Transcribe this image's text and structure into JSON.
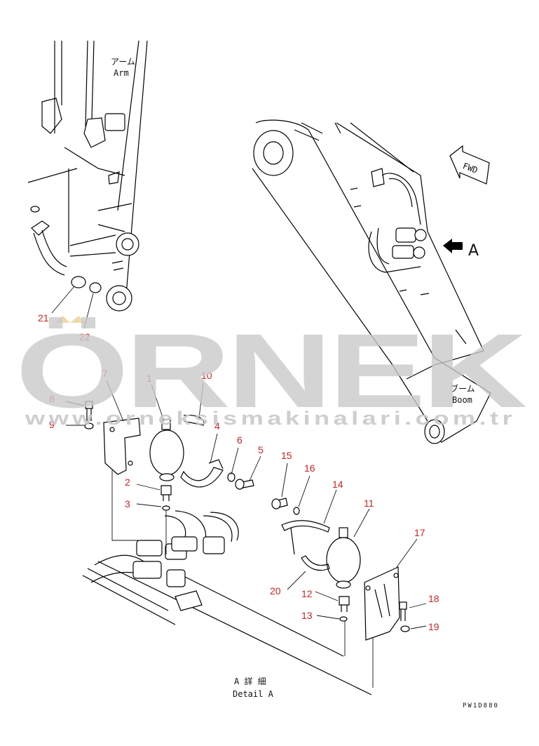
{
  "labels": {
    "arm_jp": "アーム",
    "arm_en": "Arm",
    "boom_jp": "ブーム",
    "boom_en": "Boom",
    "fwd": "FWD",
    "view_letter": "A",
    "detail_jp": "A 詳 細",
    "detail_en": "Detail A",
    "drawing_code": "PW1D880"
  },
  "watermark": {
    "main": "ÖRNEK",
    "sub": "www.orneksismakinalari.com.tr",
    "color": "#c9c9c9"
  },
  "part_numbers": [
    "1",
    "2",
    "3",
    "4",
    "5",
    "6",
    "7",
    "8",
    "9",
    "10",
    "11",
    "12",
    "13",
    "14",
    "15",
    "16",
    "17",
    "18",
    "19",
    "20",
    "21",
    "22"
  ],
  "colors": {
    "callout": "#cc2222",
    "line": "#000000"
  }
}
